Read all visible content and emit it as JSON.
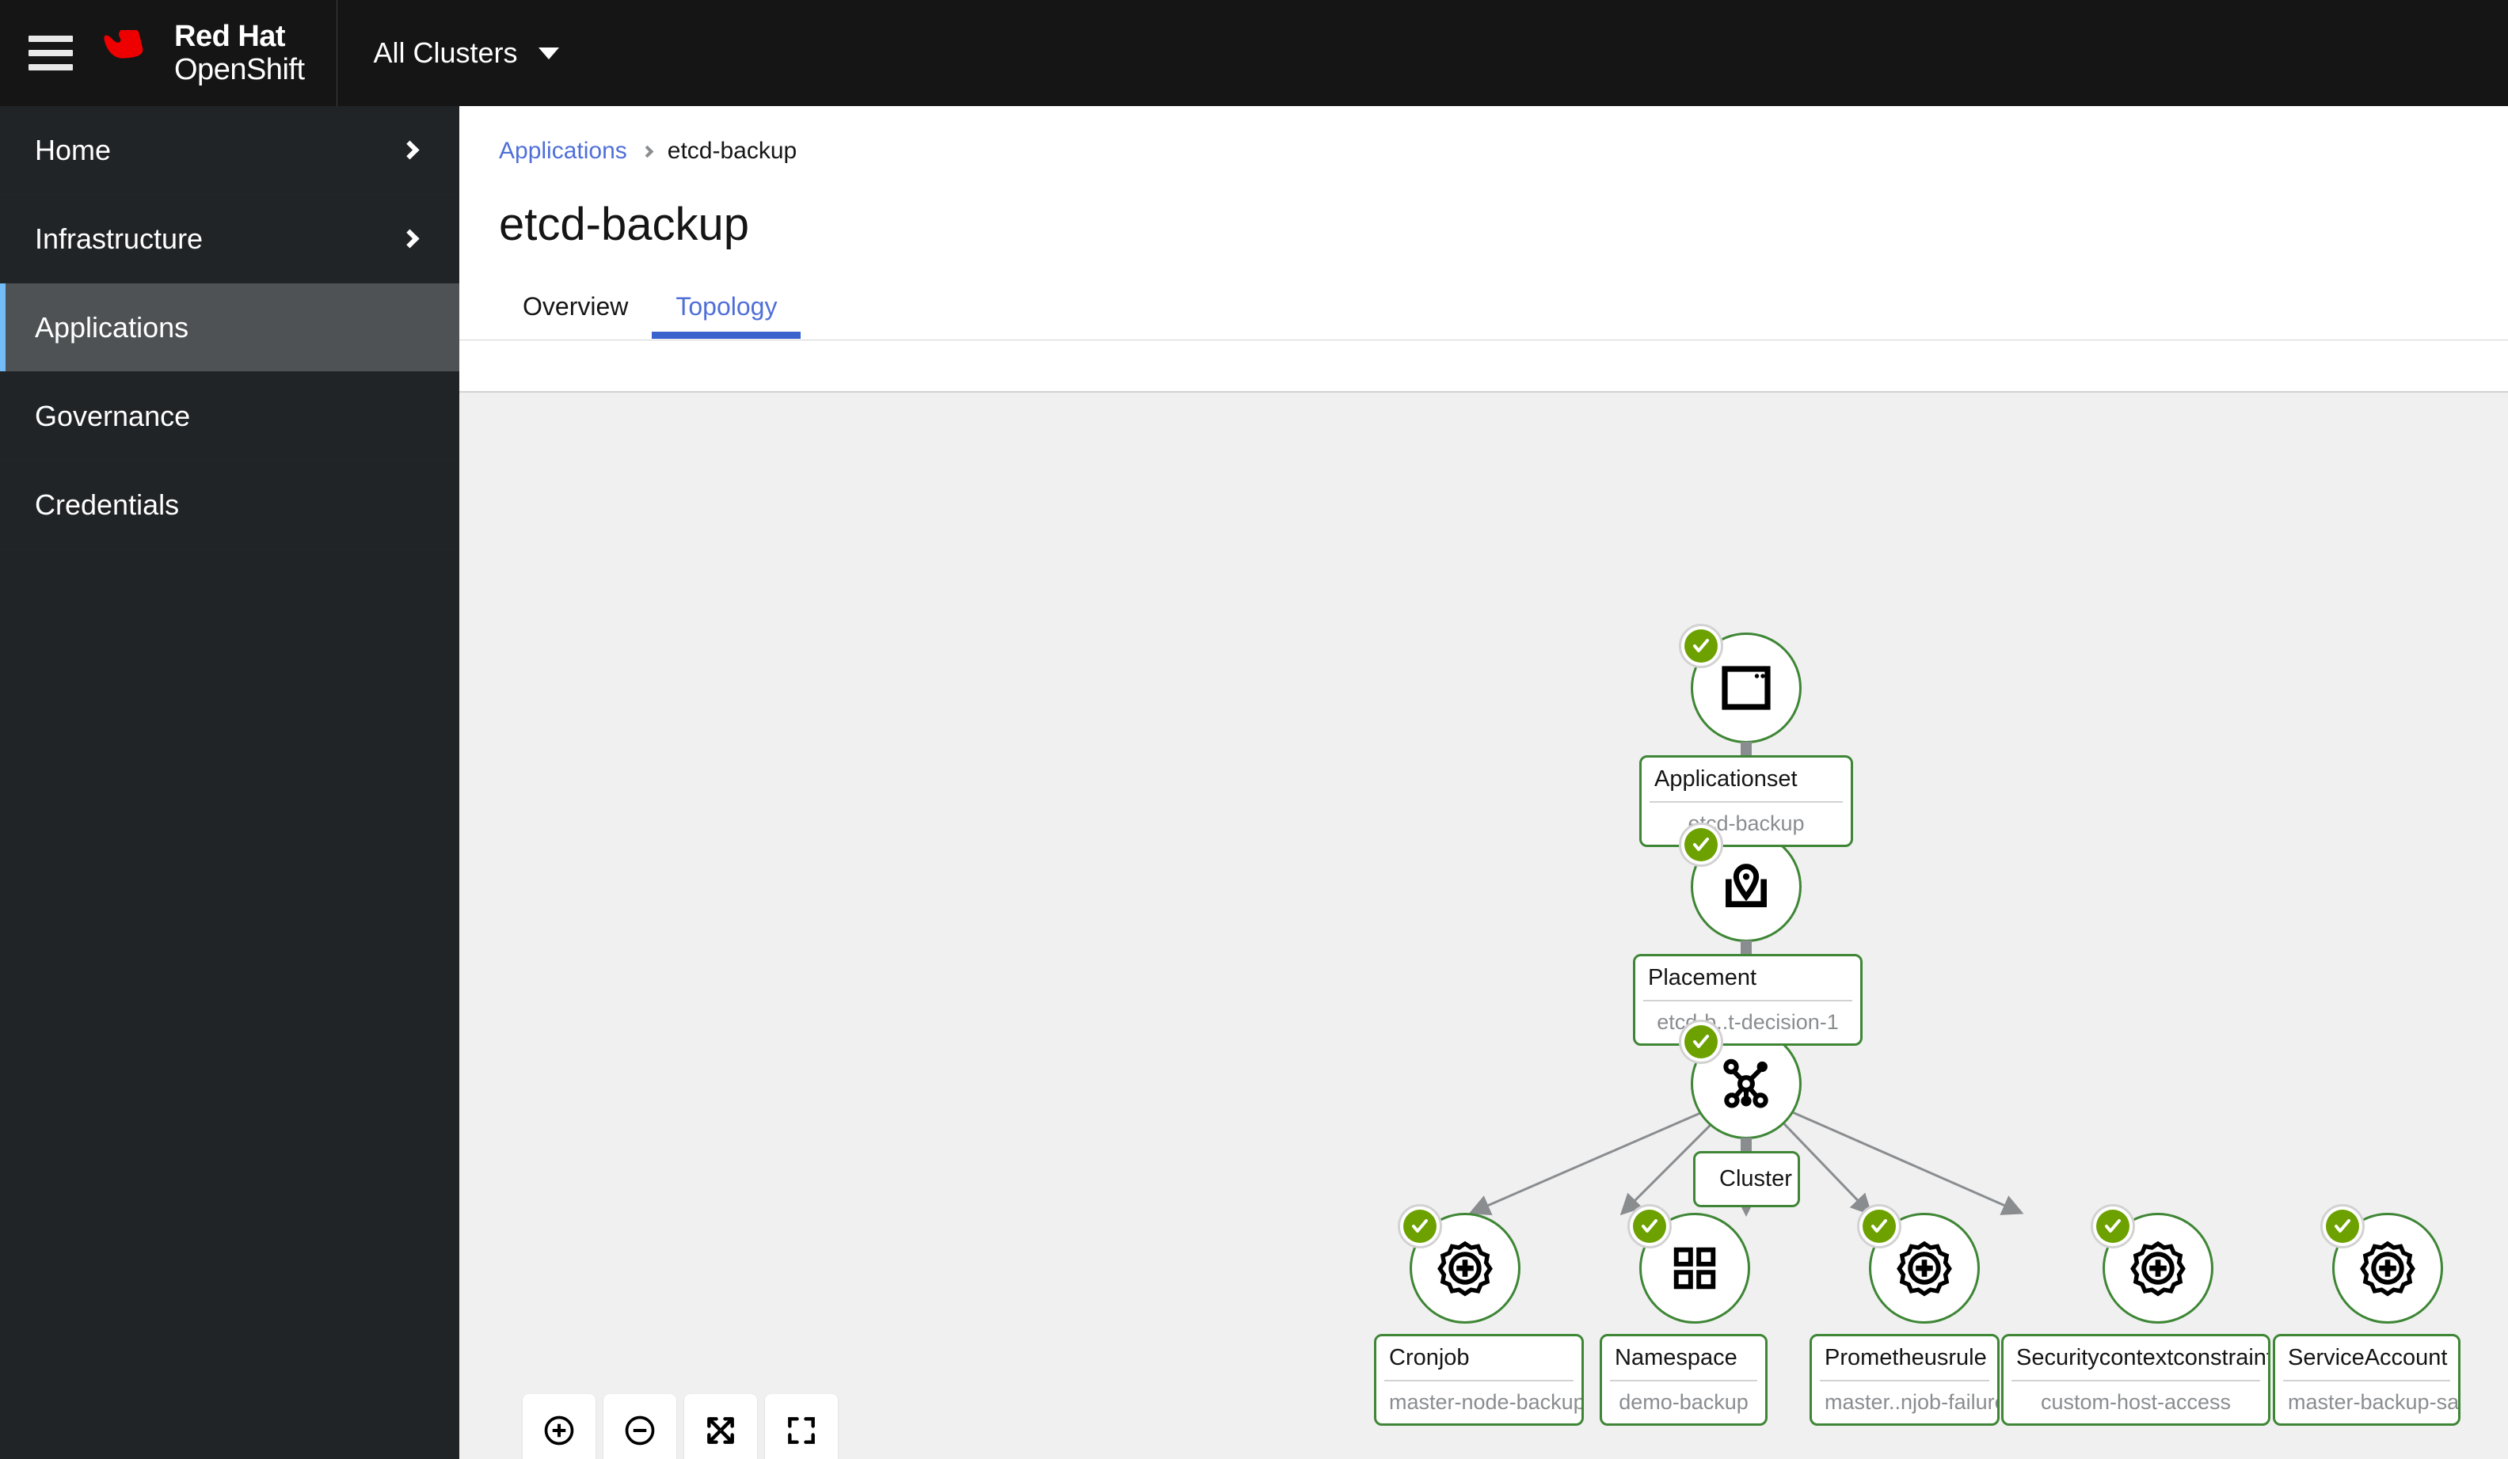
{
  "masthead": {
    "menu_icon": "hamburger-icon",
    "brand_line1": "Red Hat",
    "brand_line2": "OpenShift",
    "cluster_selector_label": "All Clusters",
    "cluster_selector_icon": "caret-down-icon"
  },
  "sidebar": {
    "items": [
      {
        "label": "Home",
        "has_chevron": true,
        "active": false
      },
      {
        "label": "Infrastructure",
        "has_chevron": true,
        "active": false
      },
      {
        "label": "Applications",
        "has_chevron": false,
        "active": true
      },
      {
        "label": "Governance",
        "has_chevron": false,
        "active": false
      },
      {
        "label": "Credentials",
        "has_chevron": false,
        "active": false
      }
    ]
  },
  "page": {
    "breadcrumb_root": "Applications",
    "breadcrumb_current": "etcd-backup",
    "title": "etcd-backup",
    "tabs": [
      {
        "label": "Overview",
        "active": false
      },
      {
        "label": "Topology",
        "active": true
      }
    ]
  },
  "topology": {
    "nodes": [
      {
        "id": "applicationset",
        "kind": "Applicationset",
        "name": "etcd-backup",
        "icon": "application-window-icon",
        "status": "success"
      },
      {
        "id": "placement",
        "kind": "Placement",
        "name": "etcd-b..t-decision-1",
        "icon": "placement-pin-icon",
        "status": "success"
      },
      {
        "id": "cluster",
        "kind": "Cluster",
        "name": "",
        "icon": "cluster-hub-icon",
        "status": "success"
      },
      {
        "id": "cronjob",
        "kind": "Cronjob",
        "name": "master-node-backup",
        "icon": "gear-plus-icon",
        "status": "success"
      },
      {
        "id": "namespace",
        "kind": "Namespace",
        "name": "demo-backup",
        "icon": "grid-squares-icon",
        "status": "success"
      },
      {
        "id": "prometheusrule",
        "kind": "Prometheusrule",
        "name": "master..njob-failure",
        "icon": "gear-plus-icon",
        "status": "success"
      },
      {
        "id": "scc",
        "kind": "Securitycontextconstraints",
        "name": "custom-host-access",
        "icon": "gear-plus-icon",
        "status": "success"
      },
      {
        "id": "serviceaccount",
        "kind": "ServiceAccount",
        "name": "master-backup-sa",
        "icon": "gear-plus-icon",
        "status": "success"
      }
    ],
    "toolbar": [
      {
        "id": "zoom-in",
        "icon": "zoom-in-icon"
      },
      {
        "id": "zoom-out",
        "icon": "zoom-out-icon"
      },
      {
        "id": "fit-view",
        "icon": "expand-arrows-icon"
      },
      {
        "id": "reset-view",
        "icon": "fit-to-screen-icon"
      }
    ]
  },
  "colors": {
    "masthead_bg": "#151515",
    "sidebar_bg": "#212427",
    "sidebar_active_bg": "#4f5255",
    "accent_blue": "#3a63cd",
    "link_blue": "#4f6fd8",
    "status_green": "#6ca100",
    "node_border_green": "#3e8635",
    "canvas_bg": "#f0f0f0",
    "edge_gray": "#8a8d90"
  }
}
